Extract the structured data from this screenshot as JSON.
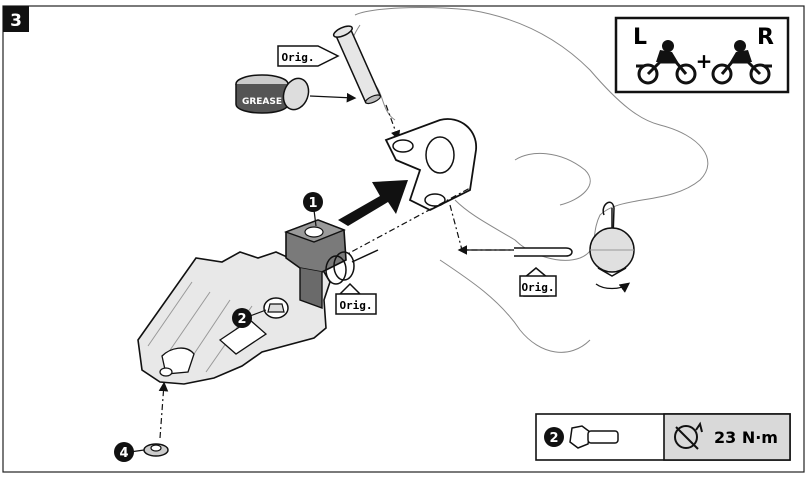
{
  "step": {
    "number": "3"
  },
  "sides_panel": {
    "left_label": "L",
    "plus": "+",
    "right_label": "R"
  },
  "callouts": {
    "part1": "1",
    "part2": "2",
    "part4": "4"
  },
  "tags": {
    "orig_pin": "Orig.",
    "orig_spring": "Orig.",
    "orig_clip": "Orig."
  },
  "grease": {
    "label": "GREASE"
  },
  "torque": {
    "part_number": "2",
    "value": "23 N·m"
  },
  "colors": {
    "ink": "#111111",
    "part_gray": "#7a7a7a",
    "light_gray": "#d6d6d6",
    "torque_bg": "#d9d9d9",
    "arrow": "#111111"
  },
  "icons": {
    "motorcycle": "motorcycle-rider-icon",
    "bolt": "hex-bolt-icon",
    "torque": "torque-wrench-icon"
  }
}
